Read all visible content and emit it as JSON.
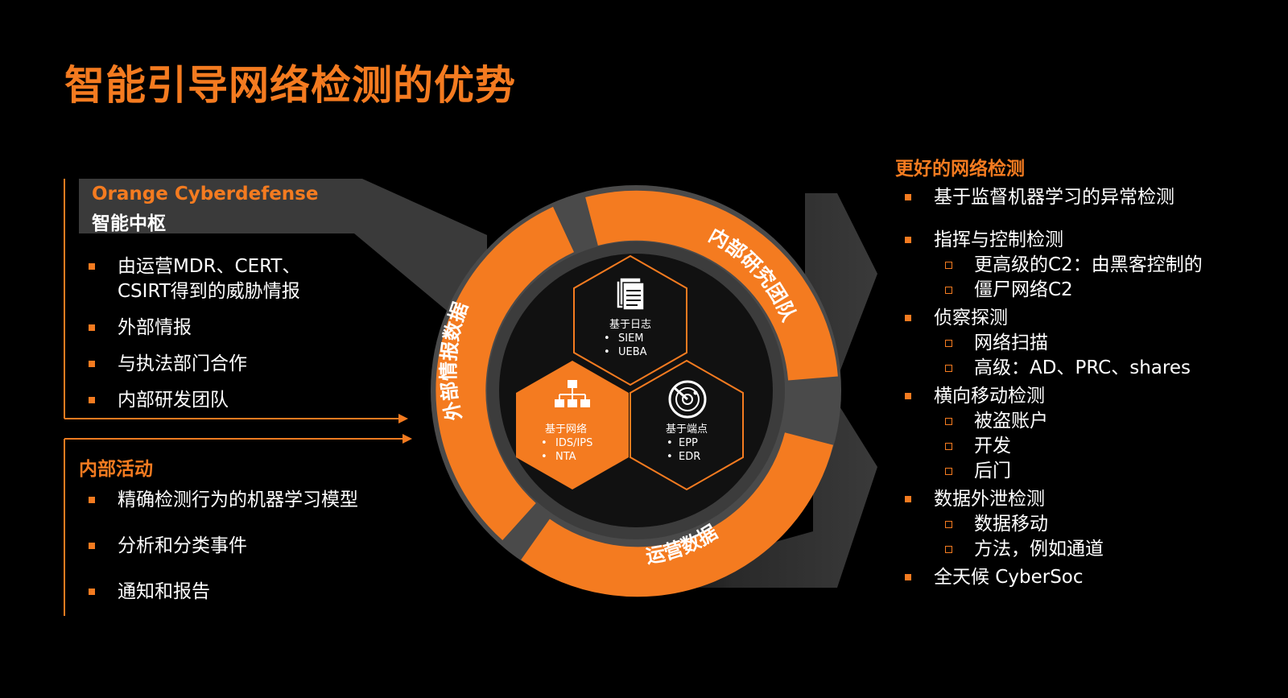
{
  "title": "智能引导网络检测的优势",
  "left_panel": {
    "brand": "Orange Cyberdefense",
    "hub": "智能中枢",
    "items": [
      "由运营MDR、CERT、",
      "CSIRT得到的威胁情报",
      "外部情报",
      "与执法部门合作",
      "内部研发团队"
    ]
  },
  "internal": {
    "heading": "内部活动",
    "items": [
      "精确检测行为的机器学习模型",
      "分析和分类事件",
      "通知和报告"
    ]
  },
  "ring": {
    "segments": [
      "外部情报数据",
      "内部研究团队",
      "运营数据"
    ],
    "hex_logs": {
      "label": "基于日志",
      "items": [
        "SIEM",
        "UEBA"
      ]
    },
    "hex_network": {
      "label": "基于网络",
      "items": [
        "IDS/IPS",
        "NTA"
      ]
    },
    "hex_endpoint": {
      "label": "基于端点",
      "items": [
        "EPP",
        "EDR"
      ]
    },
    "icons": [
      "documents-icon",
      "network-hierarchy-icon",
      "radar-icon"
    ]
  },
  "right": {
    "heading": "更好的网络检测",
    "items": [
      {
        "level": 1,
        "text": "基于监督机器学习的异常检测"
      },
      {
        "level": 1,
        "text": "指挥与控制检测"
      },
      {
        "level": 2,
        "text": "更高级的C2：由黑客控制的"
      },
      {
        "level": 2,
        "text": "僵尸网络C2"
      },
      {
        "level": 1,
        "text": "侦察探测"
      },
      {
        "level": 2,
        "text": "网络扫描"
      },
      {
        "level": 2,
        "text": "高级：AD、PRC、shares"
      },
      {
        "level": 1,
        "text": "横向移动检测"
      },
      {
        "level": 2,
        "text": "被盗账户"
      },
      {
        "level": 2,
        "text": "开发"
      },
      {
        "level": 2,
        "text": "后门"
      },
      {
        "level": 1,
        "text": "数据外泄检测"
      },
      {
        "level": 2,
        "text": "数据移动"
      },
      {
        "level": 2,
        "text": "方法，例如通道"
      },
      {
        "level": 1,
        "text": "全天候 CyberSoc"
      }
    ]
  },
  "colors": {
    "accent": "#f47b20",
    "ring_gray": "#4a4a4a",
    "panel_gray": "#3a3a3a",
    "background": "#000000"
  }
}
